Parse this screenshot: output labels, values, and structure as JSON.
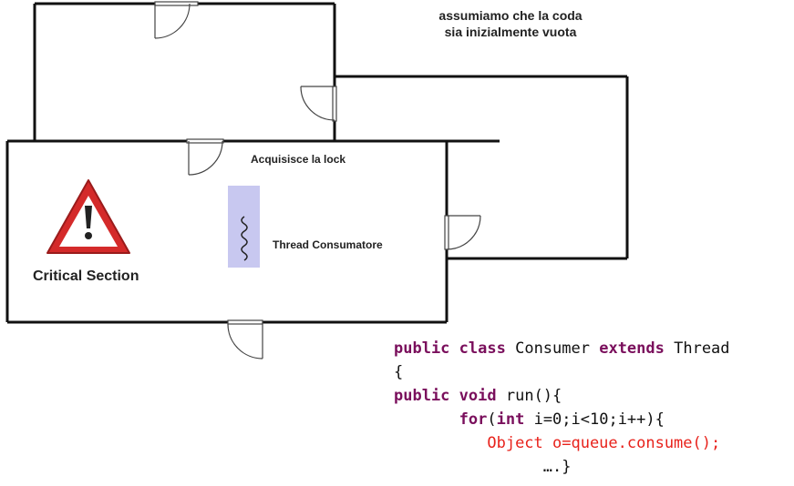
{
  "note": {
    "line1": "assumiamo che la coda",
    "line2": "sia inizialmente vuota"
  },
  "labels": {
    "lock": "Acquisisce la lock",
    "thread": "Thread Consumatore",
    "critical": "Critical Section"
  },
  "code": {
    "line1": {
      "kw1": "public",
      "kw2": "class",
      "t1": " Consumer ",
      "kw3": "extends",
      "t2": " Thread"
    },
    "line2": "{",
    "line3": {
      "kw1": "public",
      "kw2": "void",
      "t1": " run(){"
    },
    "line4": {
      "indent": "       ",
      "kw1": "for",
      "t1": "(",
      "kw2": "int",
      "t2": " i=0;i<10;i++){"
    },
    "line5": {
      "indent": "          ",
      "red": "Object o=queue.consume();"
    },
    "line6": "                ….}"
  },
  "colors": {
    "wall": "#111111",
    "warning_red": "#d42a2a",
    "thread_box": "#c8c8f0",
    "keyword": "#7a0f5c",
    "code_red": "#e8221b"
  },
  "icons": [
    "warning-triangle-icon",
    "thread-squiggle-icon",
    "door-icon"
  ]
}
